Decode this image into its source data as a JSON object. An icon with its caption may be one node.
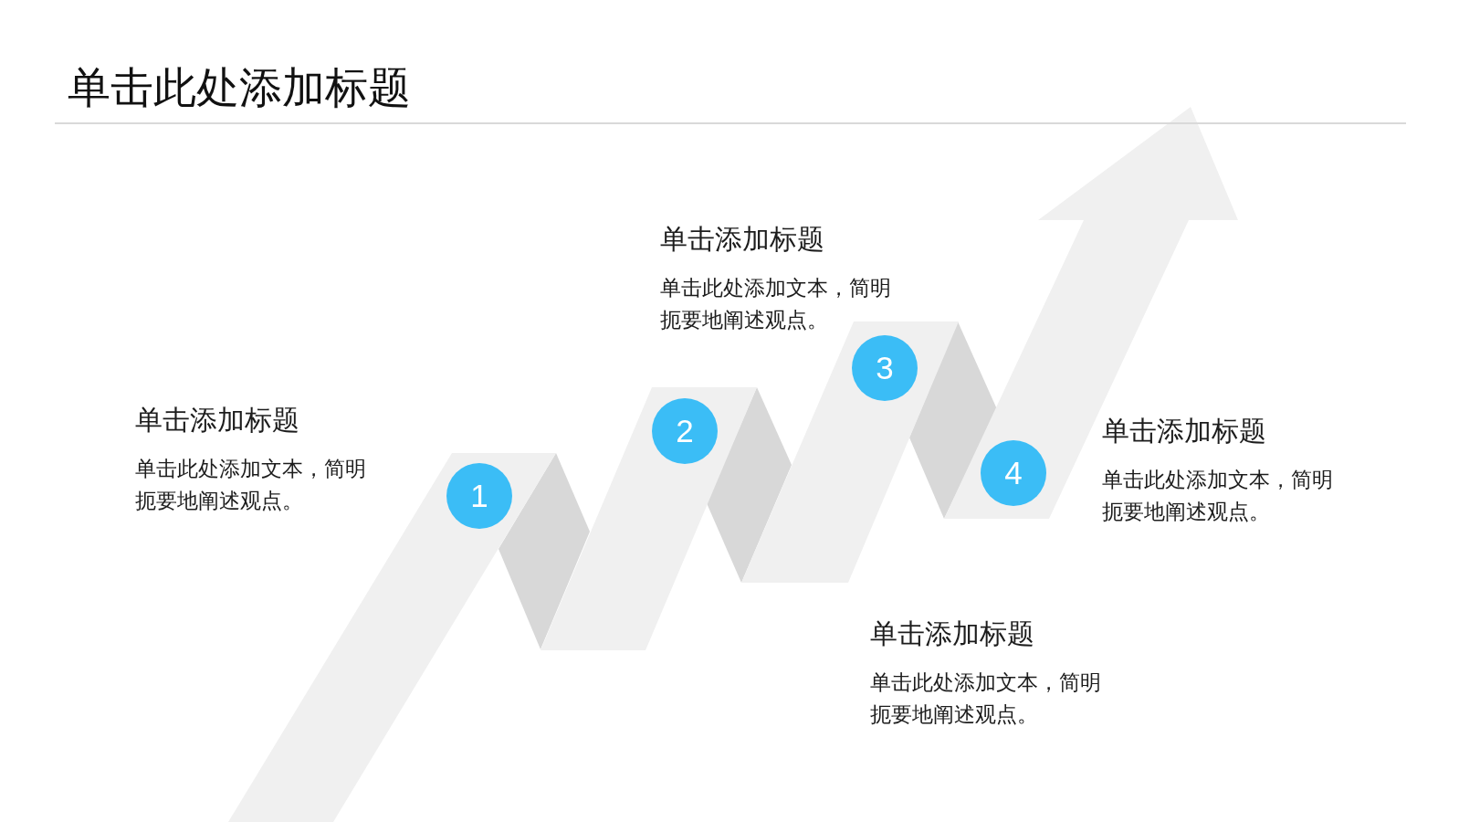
{
  "diagram": {
    "title": "单击此处添加标题",
    "nodes": [
      {
        "text": [
          "1"
        ]
      },
      {
        "text": [
          "2"
        ]
      },
      {
        "text": [
          "3"
        ]
      },
      {
        "text": [
          "4"
        ]
      }
    ],
    "labels": [
      "单击添加标题",
      "单击此处添加文本，简明扼要地阐述观点。",
      "单击添加标题",
      "单击此处添加文本，简明扼要地阐述观点。",
      "单击添加标题",
      "单击此处添加文本，简明扼要地阐述观点。",
      "单击添加标题",
      "单击此处添加文本，简明扼要地阐述观点。"
    ]
  }
}
